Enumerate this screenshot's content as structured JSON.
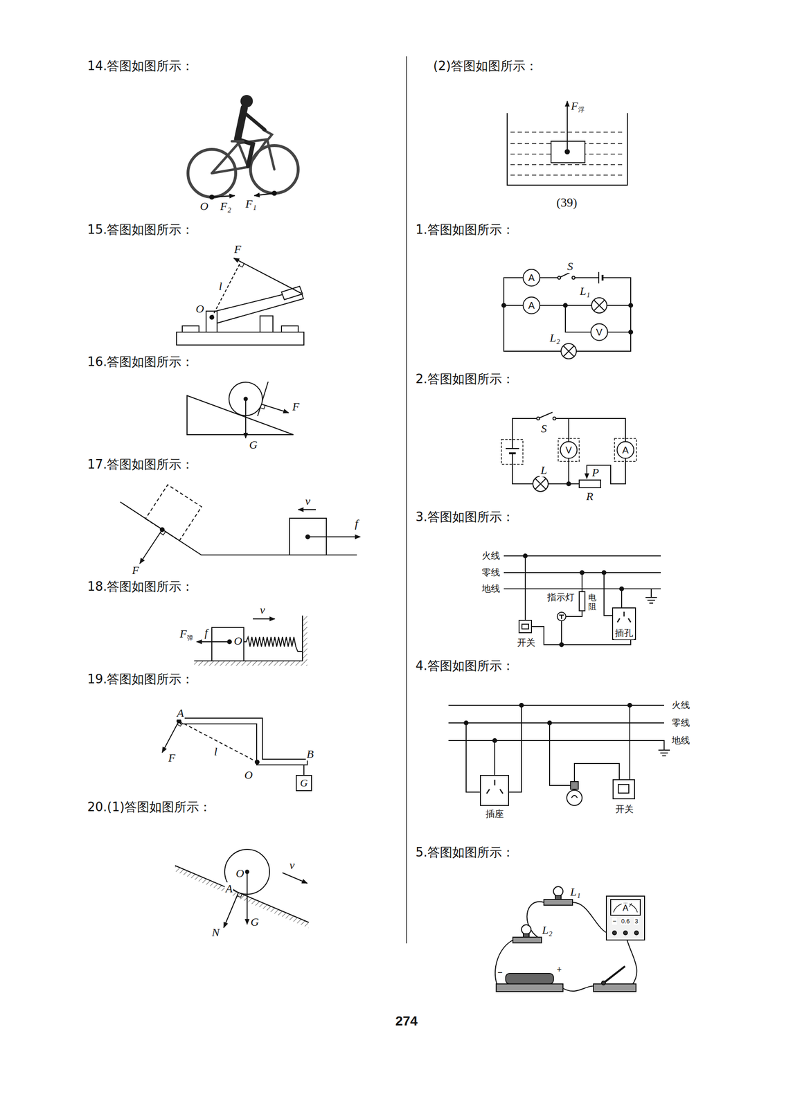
{
  "diagram": {
    "nodes": [
      {
        "text": [
          "G"
        ]
      },
      {
        "text": [
          "A"
        ]
      },
      {
        "text": [
          "A"
        ]
      },
      {
        "text": [
          "V"
        ]
      },
      {
        "text": [
          "V"
        ]
      },
      {
        "text": [
          "A"
        ]
      }
    ],
    "labels": [
      "14.答图如图所示：",
      "O",
      "F₂",
      "F₁",
      "15.答图如图所示：",
      "F",
      "l",
      "O",
      "16.答图如图所示：",
      "G",
      "F",
      "17.答图如图所示：",
      "F",
      "v",
      "f",
      "18.答图如图所示：",
      "F",
      "弹",
      "f",
      "O",
      "v",
      "19.答图如图所示：",
      "A",
      "F",
      "l",
      "O",
      "B",
      "20.(1)答图如图所示：",
      "O",
      "A",
      "N",
      "G",
      "v",
      "(2)答图如图所示：",
      "F",
      "浮",
      "(39)",
      "1.答图如图所示：",
      "S",
      "L₁",
      "L₂",
      "2.答图如图所示：",
      "S",
      "L",
      "P",
      "R",
      "3.答图如图所示：",
      "火线",
      "零线",
      "地线",
      "指示灯",
      "电阻",
      "开关",
      "插孔",
      "4.答图如图所示：",
      "火线",
      "零线",
      "地线",
      "插座",
      "开关",
      "5.答图如图所示：",
      "L₁",
      "L₂",
      "A",
      "−",
      "0.6",
      "3",
      "−",
      "+",
      "274"
    ]
  }
}
